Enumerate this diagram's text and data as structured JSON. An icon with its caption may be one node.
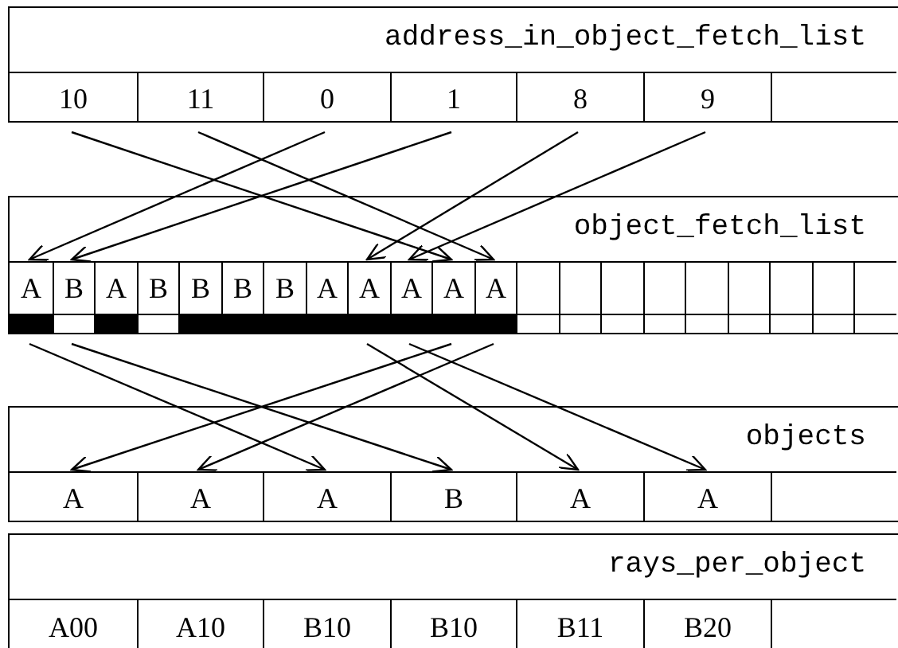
{
  "diagram": {
    "nodes": [
      {
        "text": [
          "address_in_object_fetch_list"
        ]
      },
      {
        "text": [
          "10"
        ],
        "in": 0
      },
      {
        "text": [
          "11"
        ],
        "in": 0
      },
      {
        "text": [
          "0"
        ],
        "in": 0
      },
      {
        "text": [
          "1"
        ],
        "in": 0
      },
      {
        "text": [
          "8"
        ],
        "in": 0
      },
      {
        "text": [
          "9"
        ],
        "in": 0
      },
      {
        "text": [],
        "shape": "box",
        "in": 0
      },
      {
        "text": [
          "object_fetch_list"
        ]
      },
      {
        "text": [
          "A"
        ],
        "in": 8
      },
      {
        "text": [
          "B"
        ],
        "in": 8
      },
      {
        "text": [
          "A"
        ],
        "in": 8
      },
      {
        "text": [
          "B"
        ],
        "in": 8
      },
      {
        "text": [
          "B"
        ],
        "in": 8
      },
      {
        "text": [
          "B"
        ],
        "in": 8
      },
      {
        "text": [
          "B"
        ],
        "in": 8
      },
      {
        "text": [
          "A"
        ],
        "in": 8
      },
      {
        "text": [
          "A"
        ],
        "in": 8
      },
      {
        "text": [
          "A"
        ],
        "in": 8
      },
      {
        "text": [
          "A"
        ],
        "in": 8
      },
      {
        "text": [
          "A"
        ],
        "in": 8
      },
      {
        "text": [],
        "shape": "box",
        "in": 8
      },
      {
        "text": [],
        "shape": "box",
        "in": 8
      },
      {
        "text": [],
        "shape": "box",
        "in": 8
      },
      {
        "text": [],
        "shape": "box",
        "in": 8
      },
      {
        "text": [],
        "shape": "box",
        "in": 8
      },
      {
        "text": [],
        "shape": "box",
        "in": 8
      },
      {
        "text": [],
        "shape": "box",
        "in": 8
      },
      {
        "text": [],
        "shape": "box",
        "in": 8
      },
      {
        "text": [],
        "shape": "box",
        "in": 8
      },
      {
        "text": [
          "objects"
        ]
      },
      {
        "text": [
          "A"
        ],
        "in": 30
      },
      {
        "text": [
          "A"
        ],
        "in": 30
      },
      {
        "text": [
          "A"
        ],
        "in": 30
      },
      {
        "text": [
          "B"
        ],
        "in": 30
      },
      {
        "text": [
          "A"
        ],
        "in": 30
      },
      {
        "text": [
          "A"
        ],
        "in": 30
      },
      {
        "text": [],
        "shape": "box",
        "in": 30
      },
      {
        "text": [
          "rays_per_object"
        ]
      },
      {
        "text": [
          "A00"
        ],
        "in": 38
      },
      {
        "text": [
          "A10"
        ],
        "in": 38
      },
      {
        "text": [
          "B10"
        ],
        "in": 38
      },
      {
        "text": [
          "B10"
        ],
        "in": 38
      },
      {
        "text": [
          "B11"
        ],
        "in": 38
      },
      {
        "text": [
          "B20"
        ],
        "in": 38
      },
      {
        "text": [],
        "shape": "box",
        "in": 38
      }
    ],
    "edges": [
      {
        "from": 1,
        "to": 19,
        "arrow": "to"
      },
      {
        "from": 2,
        "to": 20,
        "arrow": "to"
      },
      {
        "from": 3,
        "to": 9,
        "arrow": "to"
      },
      {
        "from": 4,
        "to": 10,
        "arrow": "to"
      },
      {
        "from": 5,
        "to": 17,
        "arrow": "to"
      },
      {
        "from": 6,
        "to": 18,
        "arrow": "to"
      },
      {
        "from": 9,
        "to": 33,
        "arrow": "to"
      },
      {
        "from": 10,
        "to": 34,
        "arrow": "to"
      },
      {
        "from": 17,
        "to": 35,
        "arrow": "to"
      },
      {
        "from": 18,
        "to": 36,
        "arrow": "to"
      },
      {
        "from": 19,
        "to": 31,
        "arrow": "to"
      },
      {
        "from": 20,
        "to": 32,
        "arrow": "to"
      }
    ]
  }
}
